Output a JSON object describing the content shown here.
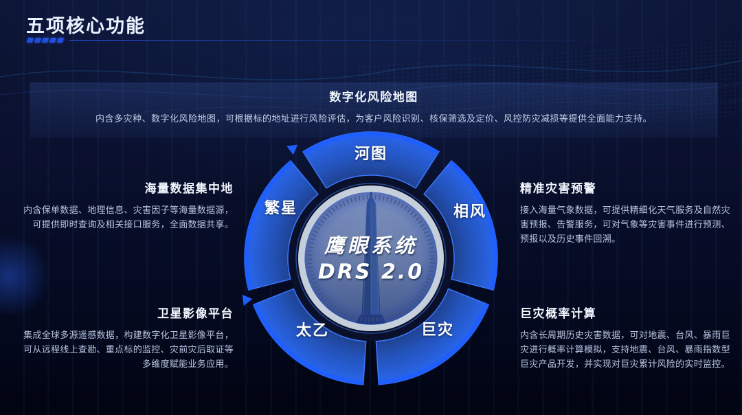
{
  "page": {
    "title": "五项核心功能"
  },
  "banner": {
    "title": "数字化风险地图",
    "description": "内含多灾种、数字化风险地图，可根据标的地址进行风险评估，为客户风险识别、核保筛选及定价、风控防灾减损等提供全面能力支持。"
  },
  "wheel": {
    "center": {
      "line1": "鹰眼系统",
      "line2": "DRS 2.0"
    },
    "segments": [
      {
        "label": "河图",
        "position": "top"
      },
      {
        "label": "相风",
        "position": "right"
      },
      {
        "label": "巨灾",
        "position": "bottom-right"
      },
      {
        "label": "太乙",
        "position": "bottom-left"
      },
      {
        "label": "繁星",
        "position": "left"
      }
    ]
  },
  "features": [
    {
      "title": "海量数据集中地",
      "description": "内含保单数据、地理信息、灾害因子等海量数据源，可提供即时查询及相关接口服务，全面数据共享。",
      "position": "left-top"
    },
    {
      "title": "精准灾害预警",
      "description": "接入海量气象数据，可提供精细化天气服务及自然灾害预报、告警服务，可对气象等灾害事件进行预测、预报以及历史事件回溯。",
      "position": "right-top"
    },
    {
      "title": "卫星影像平台",
      "description": "集成全球多源遥感数据，构建数字化卫星影像平台，可从远程线上查勘、重点标的监控、灾前灾后取证等多维度赋能业务应用。",
      "position": "left-bottom"
    },
    {
      "title": "巨灾概率计算",
      "description": "内含长周期历史灾害数据，可对地震、台风、暴雨巨灾进行概率计算模拟，支持地震、台风、暴雨指数型巨灾产品开发，并实现对巨灾累计风险的实时监控。",
      "position": "right-bottom"
    }
  ],
  "colors": {
    "background": "#0b1231",
    "segment_blue_outer": "#2a67ee",
    "segment_blue_inner": "#141f40",
    "rim_blue": "#1f5eff",
    "accent_line": "#2b5cff",
    "banner_panel": "#2c4684",
    "dial_ring": "#c5cfdc",
    "text_primary": "#f2f6ff",
    "text_secondary": "#b7c4e0"
  }
}
